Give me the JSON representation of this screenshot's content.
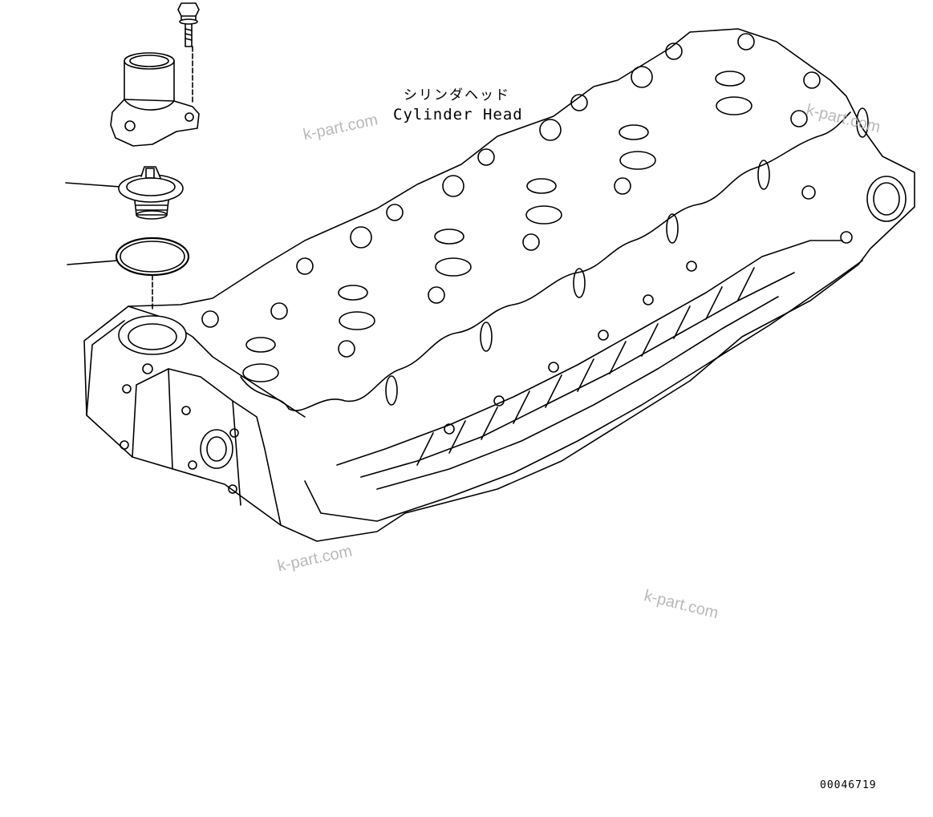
{
  "diagram": {
    "callout_label_jp": "シリンダヘッド",
    "callout_label_en": "Cylinder Head",
    "drawing_number": "00046719",
    "watermarks": [
      "k-part.com",
      "k-part.com",
      "k-part.com",
      "k-part.com"
    ],
    "parts": [
      "bolt-icon",
      "thermostat-housing-icon",
      "thermostat-icon",
      "o-ring-icon",
      "cylinder-head-icon"
    ]
  }
}
